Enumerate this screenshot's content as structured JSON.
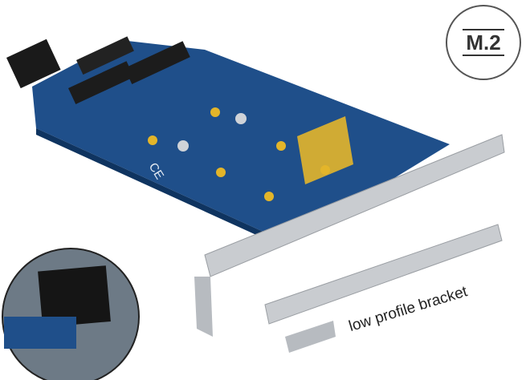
{
  "badge": {
    "label": "M.2"
  },
  "caption": {
    "label": "low profile bracket"
  },
  "pcb": {
    "mark": "CE"
  },
  "colors": {
    "pcb": "#1f4f8a",
    "bracket": "#c9ccd0",
    "gold": "#e3b52a"
  }
}
